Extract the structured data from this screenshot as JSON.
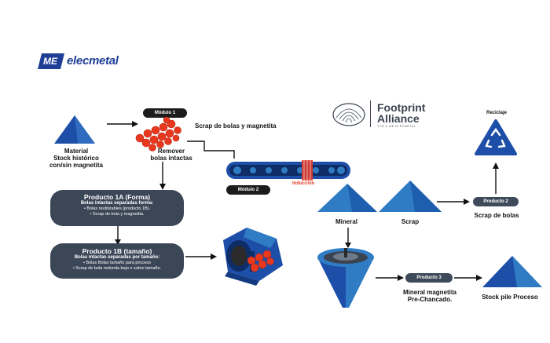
{
  "brand": {
    "name": "elecmetal",
    "logo_mark": "ME"
  },
  "partner": {
    "line1": "Footprint",
    "line2": "Alliance",
    "tagline": "TYM & ME ELECMETAL"
  },
  "colors": {
    "blue_dark": "#1d4fa8",
    "blue_light": "#2f7cc4",
    "slate": "#3b4657",
    "pill": "#1c1c1c",
    "balls": "#e8391f",
    "induction": "#e23b2a"
  },
  "nodes": {
    "material": "Material\nStock histórico\ncon/sin magnetita",
    "modulo1": "Módulo 1",
    "remover": "Remover\nbolas intactas",
    "scrap_bolas_magnetita": "Scrap de bolas y magnetita",
    "modulo2": "Módulo 2",
    "induccion": "Inducción",
    "mineral": "Mineral",
    "scrap": "Scrap",
    "reciclaje": "Reciclaje",
    "producto2": "Producto 2",
    "scrap_de_bolas": "Scrap de bolas",
    "producto3": "Producto 3",
    "mineral_magnetita": "Mineral magnetita\nPre-Chancado.",
    "stock_pile": "Stock pile Proceso"
  },
  "producto_1a": {
    "title": "Producto 1A (Forma)",
    "subtitle": "Bolas intactas separadas forma:",
    "bullets": [
      "• Bolas reutilizables (producto 1B).",
      "• Scrap de bola y magnetita."
    ]
  },
  "producto_1b": {
    "title": "Producto 1B (tamaño)",
    "subtitle": "Bolas intactas separadas por tamaño:",
    "bullets": [
      "• Bolas Bolas tamaño para proceso",
      "• Scrap de bola redonda bajo o sobre tamaño."
    ]
  },
  "icons": [
    "elecmetal-logo-icon",
    "footprint-shell-icon",
    "recycle-icon",
    "arrow-icon"
  ]
}
